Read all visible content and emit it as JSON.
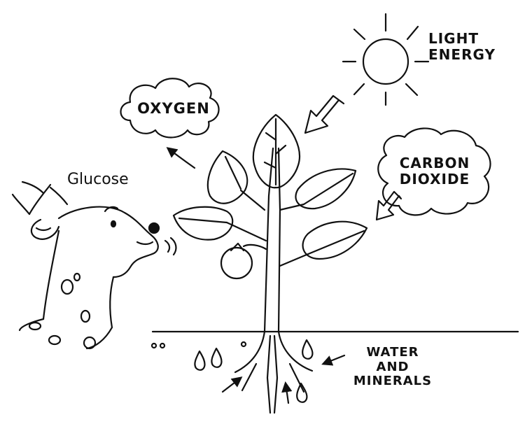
{
  "labels": {
    "light_energy_line1": "LIGHT",
    "light_energy_line2": "ENERGY",
    "oxygen": "OXYGEN",
    "carbon_dioxide_line1": "CARBON",
    "carbon_dioxide_line2": "DIOXIDE",
    "glucose": "Glucose",
    "water_minerals_line1": "WATER",
    "water_minerals_line2": "AND",
    "water_minerals_line3": "MINERALS"
  },
  "colors": {
    "ink": "#111111",
    "paper": "#ffffff"
  },
  "icons": [
    "sun-icon",
    "plant-icon",
    "deer-icon",
    "tomato-fruit-icon",
    "water-drop-icon",
    "arrow-icon"
  ]
}
